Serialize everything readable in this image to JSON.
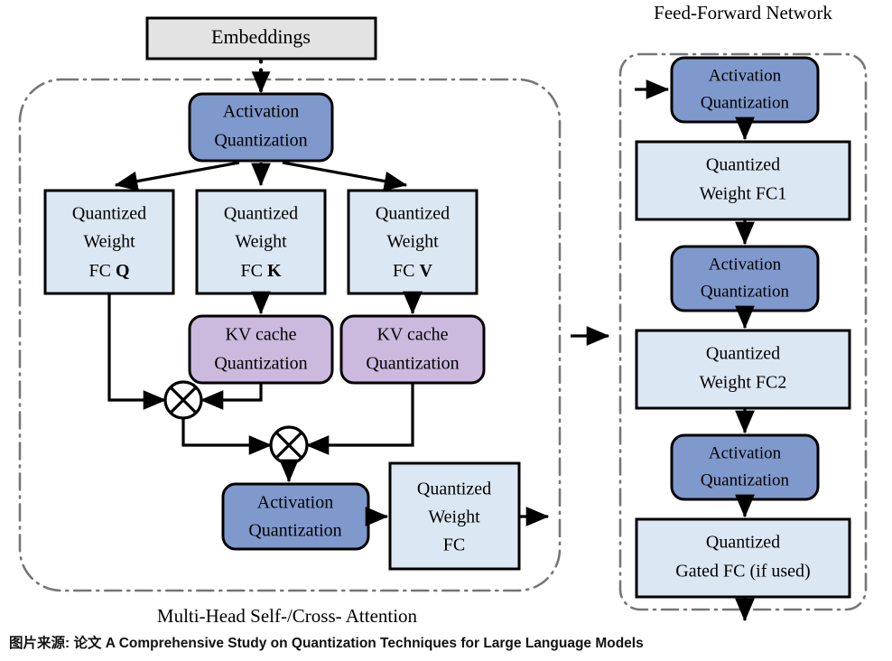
{
  "figure": {
    "left_panel_title": "Multi-Head Self-/Cross- Attention",
    "right_panel_title": "Feed-Forward Network",
    "caption": "图片来源: 论文 A Comprehensive Study on Quantization Techniques for Large Language Models"
  },
  "colors": {
    "activation": "#8099cc",
    "weight": "#dbe7f3",
    "kvcache": "#ccb9de",
    "embeddings": "#e3e3e3",
    "stroke": "#000000",
    "panel_border": "#767676"
  },
  "nodes": {
    "embeddings": {
      "line1": "Embeddings"
    },
    "attn_act_q": {
      "line1": "Activation",
      "line2": "Quantization"
    },
    "fc_q": {
      "line1": "Quantized",
      "line2": "Weight",
      "line3a": "FC ",
      "line3b": "Q"
    },
    "fc_k": {
      "line1": "Quantized",
      "line2": "Weight",
      "line3a": "FC ",
      "line3b": "K"
    },
    "fc_v": {
      "line1": "Quantized",
      "line2": "Weight",
      "line3a": "FC ",
      "line3b": "V"
    },
    "kv_cache_k": {
      "line1": "KV cache",
      "line2": "Quantization"
    },
    "kv_cache_v": {
      "line1": "KV cache",
      "line2": "Quantization"
    },
    "attn_act_out": {
      "line1": "Activation",
      "line2": "Quantization"
    },
    "attn_fc_out": {
      "line1": "Quantized",
      "line2": "Weight",
      "line3": "FC"
    },
    "ffn_act_1": {
      "line1": "Activation",
      "line2": "Quantization"
    },
    "ffn_fc1": {
      "line1": "Quantized",
      "line2": "Weight FC1"
    },
    "ffn_act_2": {
      "line1": "Activation",
      "line2": "Quantization"
    },
    "ffn_fc2": {
      "line1": "Quantized",
      "line2": "Weight FC2"
    },
    "ffn_act_3": {
      "line1": "Activation",
      "line2": "Quantization"
    },
    "ffn_gated_fc": {
      "line1": "Quantized",
      "line2": "Gated FC (if used)"
    }
  },
  "operators": {
    "matmul_qk": "⊗",
    "matmul_scorev": "⊗"
  }
}
